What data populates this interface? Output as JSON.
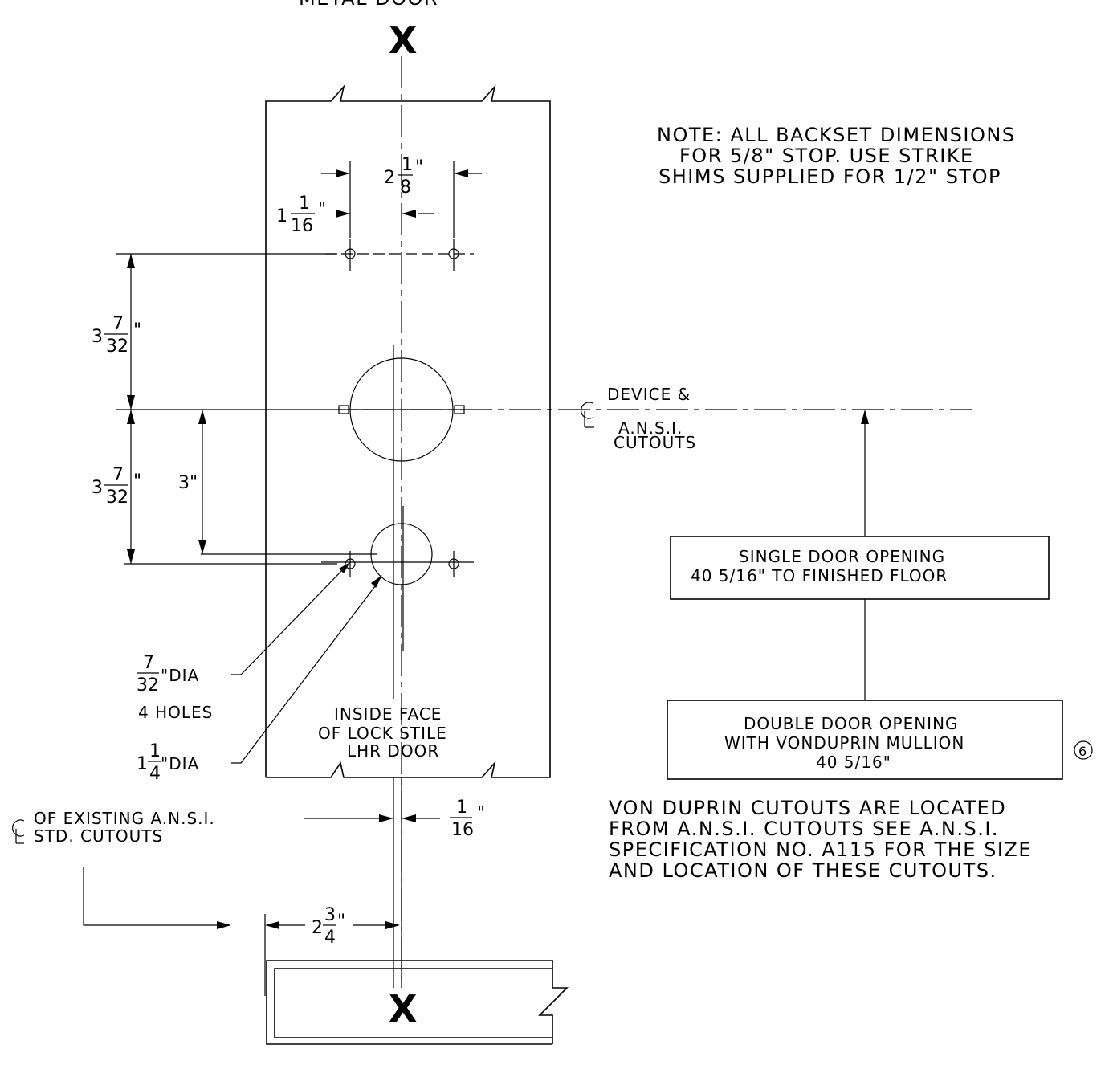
{
  "top_label": "METAL DOOR",
  "section_mark_top": "X",
  "section_mark_bottom": "X",
  "note": {
    "line1": "NOTE: ALL BACKSET DIMENSIONS",
    "line2": "FOR 5/8\" STOP. USE STRIKE",
    "line3": "SHIMS SUPPLIED FOR 1/2\" STOP"
  },
  "dimensions": {
    "hole_spacing": {
      "whole": "2",
      "num": "1",
      "den": "8",
      "unit": "\""
    },
    "backset": {
      "whole": "1",
      "num": "1",
      "den": "16",
      "unit": "\""
    },
    "upper_vertical": {
      "whole": "3",
      "num": "7",
      "den": "32",
      "unit": "\""
    },
    "lower_vertical": {
      "whole": "3",
      "num": "7",
      "den": "32",
      "unit": "\""
    },
    "three_inch": "3\"",
    "small_hole": {
      "num": "7",
      "den": "32",
      "suffix": "\"DIA"
    },
    "holes_count": "4 HOLES",
    "large_hole": {
      "whole": "1",
      "num": "1",
      "den": "4",
      "suffix": "\"DIA"
    },
    "offset": {
      "num": "1",
      "den": "16",
      "unit": "\""
    },
    "stile_width": {
      "whole": "2",
      "num": "3",
      "den": "4",
      "unit": "\""
    }
  },
  "centerline": {
    "device_line1": "DEVICE &",
    "device_line2": "A.N.S.I.",
    "device_line3": "CUTOUTS",
    "existing_line1": "OF EXISTING A.N.S.I.",
    "existing_line2": "STD. CUTOUTS"
  },
  "inside_face": {
    "line1": "INSIDE FACE",
    "line2": "OF LOCK STILE",
    "line3": "LHR DOOR"
  },
  "single_door": {
    "line1": "SINGLE DOOR OPENING",
    "line2": "40 5/16\" TO FINISHED FLOOR"
  },
  "double_door": {
    "line1": "DOUBLE DOOR OPENING",
    "line2": "WITH VONDUPRIN MULLION",
    "line3": "40 5/16\""
  },
  "callout_number": "6",
  "von_duprin_note": {
    "line1": "VON DUPRIN CUTOUTS ARE LOCATED",
    "line2": "FROM A.N.S.I. CUTOUTS SEE A.N.S.I.",
    "line3": "SPECIFICATION NO. A115 FOR THE SIZE",
    "line4": "AND LOCATION OF THESE CUTOUTS."
  }
}
